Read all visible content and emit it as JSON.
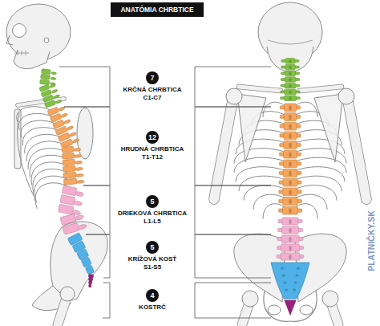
{
  "diagram": {
    "title": "ANATÓMIA CHRBTICE",
    "nodes": [
      {
        "text": [
          "KRČNÁ CHRBTICA",
          "C1-C7"
        ]
      },
      {
        "text": [
          "7"
        ],
        "in": 0
      },
      {
        "text": [
          "HRUDNÁ CHRBTICA",
          "T1-T12"
        ]
      },
      {
        "text": [
          "12"
        ],
        "in": 2
      },
      {
        "text": [
          "DRIEKOVÁ CHRBTICA",
          "L1-L5"
        ]
      },
      {
        "text": [
          "5"
        ],
        "in": 4
      },
      {
        "text": [
          "KRÍŽOVÁ KOSŤ",
          "S1-S5"
        ]
      },
      {
        "text": [
          "5"
        ],
        "in": 6
      },
      {
        "text": [
          "KOSTRČ"
        ]
      },
      {
        "text": [
          "4"
        ],
        "in": 8
      }
    ],
    "labels": [
      "PLATNIČKY.SK"
    ]
  }
}
